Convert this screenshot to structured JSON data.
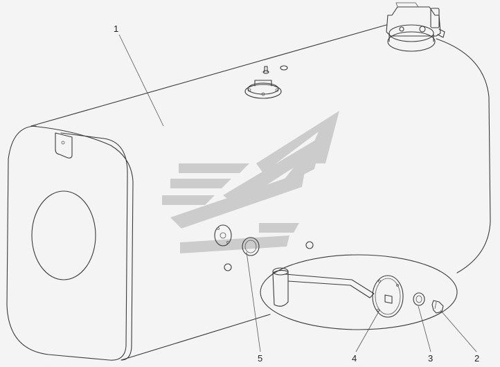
{
  "callouts": [
    {
      "id": "1",
      "label": "1"
    },
    {
      "id": "2",
      "label": "2"
    },
    {
      "id": "3",
      "label": "3"
    },
    {
      "id": "4",
      "label": "4"
    },
    {
      "id": "5",
      "label": "5"
    }
  ],
  "watermark": {
    "color": "#c8c8c8"
  },
  "line_color": "#3a3a3a",
  "background_color": "#f4f4f4"
}
